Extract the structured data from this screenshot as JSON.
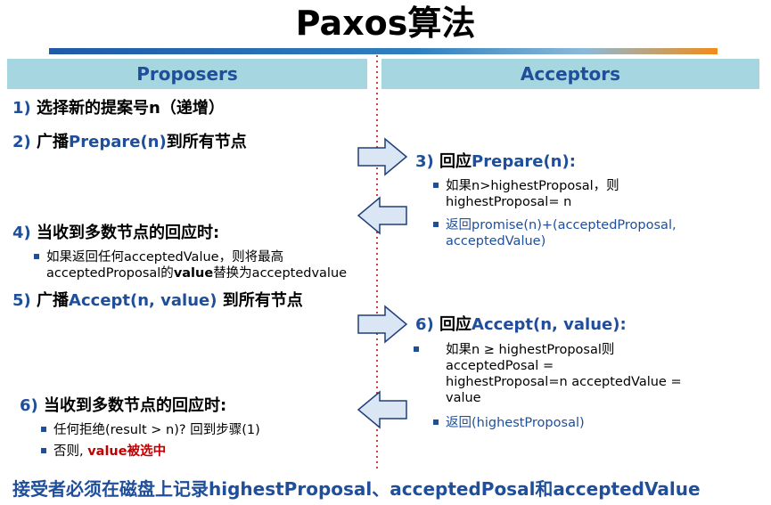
{
  "title": "Paxos算法",
  "colors": {
    "accent_blue": "#1f4e9a",
    "header_bg": "#a6d6e0",
    "highlight_red": "#c00000",
    "divider_red": "#c00000",
    "arrow_fill": "#dbe6f4"
  },
  "headers": {
    "proposers": "Proposers",
    "acceptors": "Acceptors"
  },
  "proposers": {
    "step1": {
      "num": "1)",
      "text": "选择新的提案号n（递增）"
    },
    "step2": {
      "num": "2)",
      "pre": "广播",
      "hl": "Prepare(n)",
      "post": "到所有节点"
    },
    "step4": {
      "num": "4)",
      "text": "当收到多数节点的回应时:",
      "bullet_a": "如果返回任何acceptedValue，则将最高",
      "bullet_b": "acceptedProposal的",
      "bullet_bold": "value",
      "bullet_c": "替换为acceptedvalue"
    },
    "step5": {
      "num": "5)",
      "pre": "广播",
      "hl": "Accept(n, value)",
      "post": " 到所有节点"
    },
    "step6": {
      "num": "6)",
      "text": "当收到多数节点的回应时:",
      "bullet1": "任何拒绝(result > n)? 回到步骤(1)",
      "bullet2_pre": "否则, ",
      "bullet2_hl": "value被选中"
    }
  },
  "acceptors": {
    "step3": {
      "num": "3)",
      "pre": "回应",
      "hl": "Prepare(n):",
      "bullet1_l1": "如果n>highestProposal，则",
      "bullet1_l2": "highestProposal= n",
      "bullet2_l1": "返回promise(n)+(acceptedProposal,",
      "bullet2_l2": "acceptedValue)"
    },
    "step6": {
      "num": "6)",
      "pre": "回应",
      "hl": "Accept(n, value):",
      "bullet1_l1": "如果n ≥ highestProposal则",
      "bullet1_l2": "acceptedPosal =",
      "bullet1_l3": "highestProposal=n acceptedValue =",
      "bullet1_l4": "value",
      "bullet2": "返回(highestProposal)"
    }
  },
  "footer": "接受者必须在磁盘上记录highestProposal、acceptedPosal和acceptedValue"
}
